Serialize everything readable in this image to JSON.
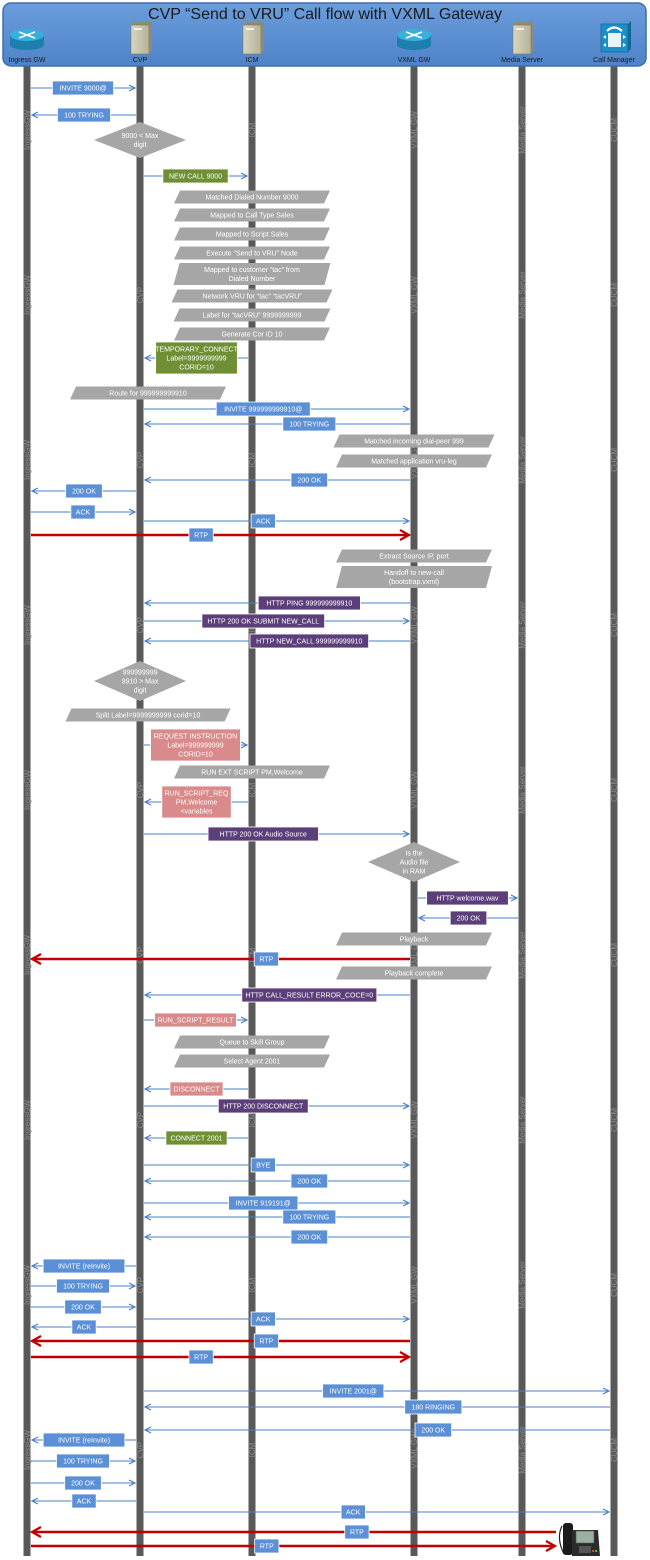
{
  "title": "CVP “Send to VRU” Call flow with VXML Gateway",
  "colors": {
    "header_bg": "#5b8fd1",
    "header_border": "#3f6fae",
    "lifeline": "#595959",
    "sip_box": "#5b8fd6",
    "sip_line": "#4a7fc8",
    "icm_box": "#6f8f34",
    "http_box": "#5c3f7a",
    "script_box": "#d98a8a",
    "note": "#a6a6a6",
    "rtp": "#c00000"
  },
  "participants": [
    {
      "id": "igw",
      "label": "Ingress GW",
      "icon": "router-icon",
      "lane_label": "IngressGW"
    },
    {
      "id": "cvp",
      "label": "CVP",
      "icon": "server-icon",
      "lane_label": "CVP"
    },
    {
      "id": "icm",
      "label": "ICM",
      "icon": "server-icon",
      "lane_label": "ICM"
    },
    {
      "id": "vxml",
      "label": "VXML GW",
      "icon": "router-icon",
      "lane_label": "VXML GW"
    },
    {
      "id": "ms",
      "label": "Media Server",
      "icon": "server-icon",
      "lane_label": "Media Server"
    },
    {
      "id": "cm",
      "label": "Call Manager",
      "icon": "call-manager-icon",
      "lane_label": "CUCM"
    }
  ],
  "steps": [
    {
      "kind": "msg",
      "from": "igw",
      "to": "cvp",
      "text": "INVITE 9000@",
      "style": "sip"
    },
    {
      "kind": "msg",
      "from": "cvp",
      "to": "igw",
      "text": "100 TRYING",
      "style": "sip"
    },
    {
      "kind": "decision",
      "at": "cvp",
      "text": "9000 < Max|digit"
    },
    {
      "kind": "msg",
      "from": "cvp",
      "to": "icm",
      "text": "NEW CALL 9000",
      "style": "icm"
    },
    {
      "kind": "note",
      "at": "icm",
      "text": "Matched Dialed Number 9000"
    },
    {
      "kind": "note",
      "at": "icm",
      "text": "Mapped to Call Type Sales"
    },
    {
      "kind": "note",
      "at": "icm",
      "text": "Mapped to Script Sales"
    },
    {
      "kind": "note",
      "at": "icm",
      "text": "Execute “Send to VRU” Node"
    },
    {
      "kind": "note",
      "at": "icm",
      "text": "Mapped to customer “tac” from|Dialed Number"
    },
    {
      "kind": "note",
      "at": "icm",
      "text": "Network VRU for “tac” “tacVRU”"
    },
    {
      "kind": "note",
      "at": "icm",
      "text": "Label for “tacVRU” 9999999999"
    },
    {
      "kind": "note",
      "at": "icm",
      "text": "Generate Cor ID 10"
    },
    {
      "kind": "msg",
      "from": "icm",
      "to": "cvp",
      "text": "TEMPORARY_CONNECT|Label=9999999999|CORID=10",
      "style": "icm"
    },
    {
      "kind": "note",
      "at": "cvp",
      "text": "Route for 999999999910"
    },
    {
      "kind": "msg",
      "from": "cvp",
      "to": "vxml",
      "text": "INVITE 999999999910@",
      "style": "sip"
    },
    {
      "kind": "msg",
      "from": "vxml",
      "to": "cvp",
      "text": "100 TRYING",
      "style": "sip"
    },
    {
      "kind": "note",
      "at": "vxml",
      "text": "Matched incoming dial-peer 999"
    },
    {
      "kind": "note",
      "at": "vxml",
      "text": "Matched application vru-leg"
    },
    {
      "kind": "msg",
      "from": "vxml",
      "to": "cvp",
      "text": "200 OK",
      "style": "sip"
    },
    {
      "kind": "msg",
      "from": "cvp",
      "to": "igw",
      "text": "200 OK",
      "style": "sip"
    },
    {
      "kind": "msg",
      "from": "igw",
      "to": "cvp",
      "text": "ACK",
      "style": "sip"
    },
    {
      "kind": "msg",
      "from": "cvp",
      "to": "vxml",
      "text": "ACK",
      "style": "sip"
    },
    {
      "kind": "msg",
      "from": "igw",
      "to": "vxml",
      "text": "RTP",
      "style": "rtp"
    },
    {
      "kind": "note",
      "at": "vxml",
      "text": "Extract Source IP, port"
    },
    {
      "kind": "note",
      "at": "vxml",
      "text": "Handoff to new-call|(bootstrap.vxml)"
    },
    {
      "kind": "msg",
      "from": "vxml",
      "to": "cvp",
      "text": "HTTP PING 999999999910",
      "style": "http"
    },
    {
      "kind": "msg",
      "from": "cvp",
      "to": "vxml",
      "text": "HTTP 200 OK SUBMIT NEW_CALL",
      "style": "http"
    },
    {
      "kind": "msg",
      "from": "vxml",
      "to": "cvp",
      "text": "HTTP NEW_CALL 999999999910",
      "style": "http"
    },
    {
      "kind": "decision",
      "at": "cvp",
      "text": "999999999|9910 > Max|digit"
    },
    {
      "kind": "note",
      "at": "cvp",
      "text": "Split Label=9999999999 corid=10"
    },
    {
      "kind": "msg",
      "from": "cvp",
      "to": "icm",
      "text": "REQUEST INSTRUCTION|Label=999999999|CORID=10",
      "style": "script"
    },
    {
      "kind": "note",
      "at": "icm",
      "text": "RUN EXT SCRIPT PM,Welcome"
    },
    {
      "kind": "msg",
      "from": "icm",
      "to": "cvp",
      "text": "RUN_SCRIPT_REQ|PM,Welcome|<variables",
      "style": "script"
    },
    {
      "kind": "msg",
      "from": "cvp",
      "to": "vxml",
      "text": "HTTP 200 OK Audio Source",
      "style": "http"
    },
    {
      "kind": "decision",
      "at": "vxml",
      "text": "Is the|Audio file|in RAM"
    },
    {
      "kind": "msg",
      "from": "vxml",
      "to": "ms",
      "text": "HTTP  welcome.wav",
      "style": "http"
    },
    {
      "kind": "msg",
      "from": "ms",
      "to": "vxml",
      "text": "200 OK",
      "style": "http"
    },
    {
      "kind": "note",
      "at": "vxml",
      "text": "Playback"
    },
    {
      "kind": "msg",
      "from": "vxml",
      "to": "igw",
      "text": "RTP",
      "style": "rtp"
    },
    {
      "kind": "note",
      "at": "vxml",
      "text": "Playback complete"
    },
    {
      "kind": "msg",
      "from": "vxml",
      "to": "cvp",
      "text": "HTTP  CALL_RESULT ERROR_COCE=0",
      "style": "http"
    },
    {
      "kind": "msg",
      "from": "cvp",
      "to": "icm",
      "text": "RUN_SCRIPT_RESULT",
      "style": "script"
    },
    {
      "kind": "note",
      "at": "icm",
      "text": "Queue to Skill Group"
    },
    {
      "kind": "note",
      "at": "icm",
      "text": "Select  Agent 2001"
    },
    {
      "kind": "msg",
      "from": "icm",
      "to": "cvp",
      "text": "DISCONNECT",
      "style": "script"
    },
    {
      "kind": "msg",
      "from": "cvp",
      "to": "vxml",
      "text": "HTTP 200 DISCONNECT",
      "style": "http"
    },
    {
      "kind": "msg",
      "from": "icm",
      "to": "cvp",
      "text": "CONNECT 2001",
      "style": "icm"
    },
    {
      "kind": "msg",
      "from": "cvp",
      "to": "vxml",
      "text": "BYE",
      "style": "sip"
    },
    {
      "kind": "msg",
      "from": "vxml",
      "to": "cvp",
      "text": "200 OK",
      "style": "sip"
    },
    {
      "kind": "msg",
      "from": "cvp",
      "to": "vxml",
      "text": "INVITE 919191@",
      "style": "sip"
    },
    {
      "kind": "msg",
      "from": "vxml",
      "to": "cvp",
      "text": "100 TRYING",
      "style": "sip"
    },
    {
      "kind": "msg",
      "from": "vxml",
      "to": "cvp",
      "text": "200 OK",
      "style": "sip"
    },
    {
      "kind": "msg",
      "from": "cvp",
      "to": "igw",
      "text": "INVITE (reInvite)",
      "style": "sip"
    },
    {
      "kind": "msg",
      "from": "igw",
      "to": "cvp",
      "text": "100 TRYING",
      "style": "sip"
    },
    {
      "kind": "msg",
      "from": "igw",
      "to": "cvp",
      "text": "200 OK",
      "style": "sip"
    },
    {
      "kind": "msg",
      "from": "cvp",
      "to": "vxml",
      "text": "ACK",
      "style": "sip"
    },
    {
      "kind": "msg",
      "from": "cvp",
      "to": "igw",
      "text": "ACK",
      "style": "sip"
    },
    {
      "kind": "msg",
      "from": "vxml",
      "to": "igw",
      "text": "RTP",
      "style": "rtp"
    },
    {
      "kind": "msg",
      "from": "igw",
      "to": "vxml",
      "text": "RTP",
      "style": "rtp"
    },
    {
      "kind": "msg",
      "from": "cvp",
      "to": "cm",
      "text": "INVITE 2001@",
      "style": "sip"
    },
    {
      "kind": "msg",
      "from": "cm",
      "to": "cvp",
      "text": "180 RINGING",
      "style": "sip"
    },
    {
      "kind": "msg",
      "from": "cm",
      "to": "cvp",
      "text": "200 OK",
      "style": "sip"
    },
    {
      "kind": "msg",
      "from": "cvp",
      "to": "igw",
      "text": "INVITE (reInvite)",
      "style": "sip"
    },
    {
      "kind": "msg",
      "from": "igw",
      "to": "cvp",
      "text": "100 TRYING",
      "style": "sip"
    },
    {
      "kind": "msg",
      "from": "igw",
      "to": "cvp",
      "text": "200 OK",
      "style": "sip"
    },
    {
      "kind": "msg",
      "from": "cvp",
      "to": "igw",
      "text": "ACK",
      "style": "sip"
    },
    {
      "kind": "msg",
      "from": "cvp",
      "to": "cm",
      "text": "ACK",
      "style": "sip"
    },
    {
      "kind": "msg",
      "from": "phone",
      "to": "igw",
      "text": "RTP",
      "style": "rtp"
    },
    {
      "kind": "msg",
      "from": "igw",
      "to": "phone",
      "text": "RTP",
      "style": "rtp"
    }
  ],
  "endpoint_icon": "ip-phone-icon"
}
